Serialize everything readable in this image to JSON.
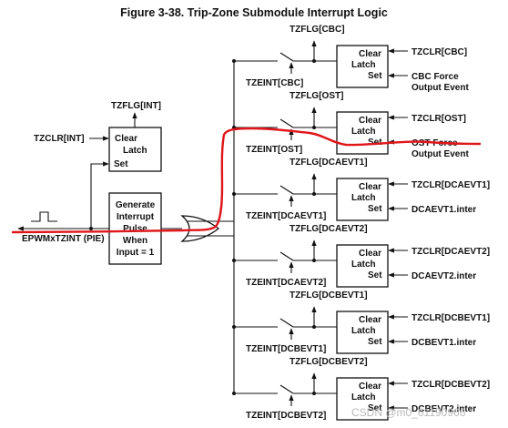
{
  "figure": {
    "title": "Figure 3-38. Trip-Zone Submodule Interrupt Logic"
  },
  "int_block": {
    "flag": "TZFLG[INT]",
    "clear_input": "TZCLR[INT]",
    "latch": [
      "Clear",
      "Latch",
      "Set"
    ],
    "pulse_gen": [
      "Generate",
      "Interrupt",
      "Pulse",
      "When",
      "Input = 1"
    ],
    "output": "EPWMxTZINT (PIE)"
  },
  "channels": [
    {
      "flag": "TZFLG[CBC]",
      "enable": "TZEINT[CBC]",
      "clear": "TZCLR[CBC]",
      "set_lines": [
        "CBC Force",
        "Output Event"
      ]
    },
    {
      "flag": "TZFLG[OST]",
      "enable": "TZEINT[OST]",
      "clear": "TZCLR[OST]",
      "set_lines": [
        "OST Force",
        "Output Event"
      ]
    },
    {
      "flag": "TZFLG[DCAEVT1]",
      "enable": "TZEINT[DCAEVT1]",
      "clear": "TZCLR[DCAEVT1]",
      "set_lines": [
        "DCAEVT1.inter"
      ]
    },
    {
      "flag": "TZFLG[DCAEVT2]",
      "enable": "TZEINT[DCAEVT2]",
      "clear": "TZCLR[DCAEVT2]",
      "set_lines": [
        "DCAEVT2.inter"
      ]
    },
    {
      "flag": "TZFLG[DCBEVT1]",
      "enable": "TZEINT[DCBEVT1]",
      "clear": "TZCLR[DCBEVT1]",
      "set_lines": [
        "DCBEVT1.inter"
      ]
    },
    {
      "flag": "TZFLG[DCBEVT2]",
      "enable": "TZEINT[DCBEVT2]",
      "clear": "TZCLR[DCBEVT2]",
      "set_lines": [
        "DCBEVT2.inter"
      ]
    }
  ],
  "channel_latch": [
    "Clear",
    "Latch",
    "Set"
  ],
  "watermark": "CSDN @m0_61190966",
  "colors": {
    "line": "#111111",
    "annotation": "#e0161b",
    "watermark": "#b9b9b9"
  }
}
